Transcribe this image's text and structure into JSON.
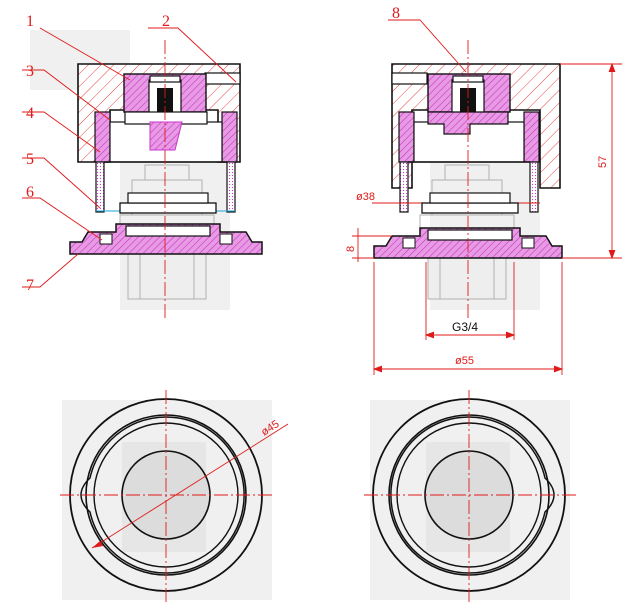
{
  "labels": [
    "1",
    "2",
    "3",
    "4",
    "5",
    "6",
    "7",
    "8"
  ],
  "dimensions": {
    "height": "57",
    "bore": "ø38",
    "base": "8",
    "thread": "G3/4",
    "outer": "ø55",
    "top_view": "ø45"
  },
  "colors": {
    "outline": "#111111",
    "hatch": "#e01a1a",
    "magenta": "#cc33cc",
    "magenta_fill": "#e79be3",
    "annotation": "#e01a1a",
    "ghost": "#bdbdbd",
    "panel": "#eeeeee"
  }
}
